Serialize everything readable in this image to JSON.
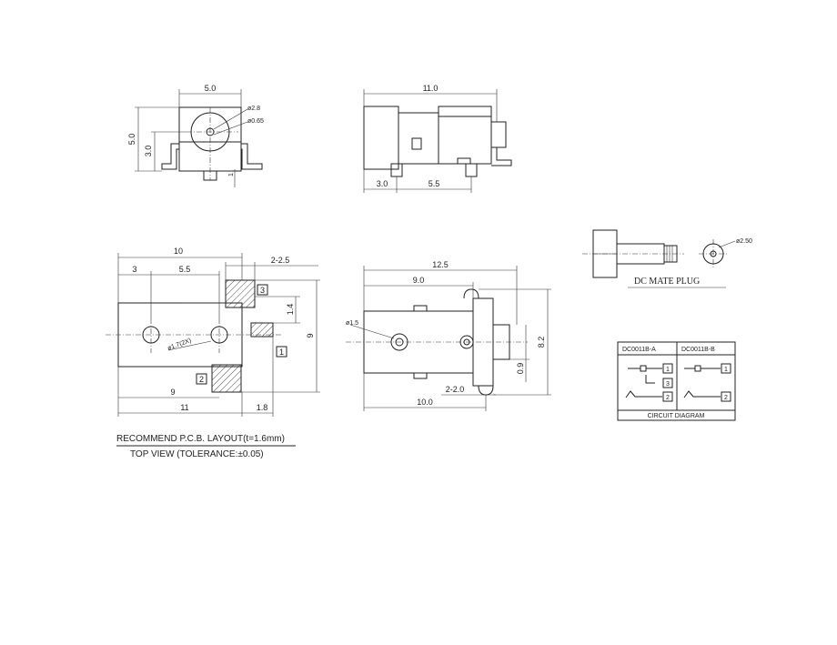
{
  "front_view": {
    "width_label": "5.0",
    "height_label": "5.0",
    "inner_height_label": "3.0",
    "pin_diameter_label": "ø2.8",
    "hole_diameter_label": "ø0.65",
    "offset_label": "1"
  },
  "side_view": {
    "length_label": "11.0",
    "pin_a_label": "3.0",
    "pin_b_label": "5.5"
  },
  "pcb_layout": {
    "width_label": "10",
    "left_label": "3",
    "spacing_label": "5.5",
    "pad_label": "2-2.5",
    "pad_height_label": "1.4",
    "height_label": "9",
    "bottom_left_label": "9",
    "bottom_total_label": "11",
    "bottom_pad_label": "1.8",
    "hole_label": "ø1.7(2X)",
    "pin_1": "1",
    "pin_2": "2",
    "pin_3": "3",
    "caption_line1": "RECOMMEND  P.C.B.  LAYOUT(t=1.6mm)",
    "caption_line2": "TOP  VIEW  (TOLERANCE:±0.05)"
  },
  "top_view": {
    "length_label": "12.5",
    "inner_label": "9.0",
    "hole_label": "ø1.5",
    "height_label": "8.2",
    "small_label": "0.9",
    "bottom_label": "10.0",
    "slot_label": "2-2.0"
  },
  "mate_plug": {
    "diameter_label": "ø2.50",
    "caption": "DC  MATE  PLUG"
  },
  "circuit": {
    "col_a": "DC0011B-A",
    "col_b": "DC0011B-B",
    "pins_a": [
      "1",
      "3",
      "2"
    ],
    "pins_b": [
      "1",
      "2"
    ],
    "caption": "CIRCUIT  DIAGRAM"
  }
}
